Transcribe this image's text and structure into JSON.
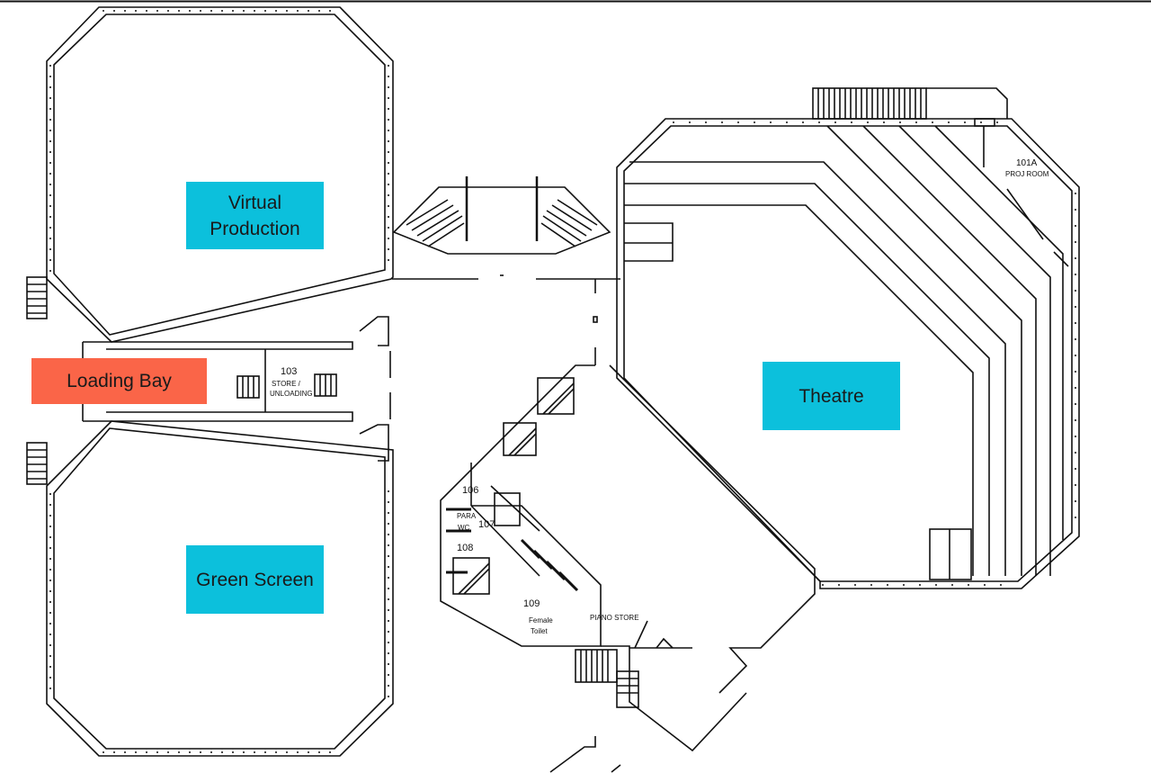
{
  "colors": {
    "zone_blue": "#0cc0dc",
    "zone_orange": "#fa6548",
    "wall": "#111111"
  },
  "zones": {
    "virtual_production": "Virtual\nProduction",
    "loading_bay": "Loading Bay",
    "green_screen": "Green Screen",
    "theatre": "Theatre"
  },
  "rooms": {
    "r103_num": "103",
    "r103_name_1": "STORE /",
    "r103_name_2": "UNLOADING",
    "r101a_num": "101A",
    "r101a_name": "PROJ ROOM",
    "r106": "106",
    "r107_para": "PARA",
    "r107_wc": "WC",
    "r107_num": "107",
    "r108": "108",
    "r109_num": "109",
    "r109_name_1": "Female",
    "r109_name_2": "Toilet",
    "piano_store": "PIANO STORE"
  }
}
